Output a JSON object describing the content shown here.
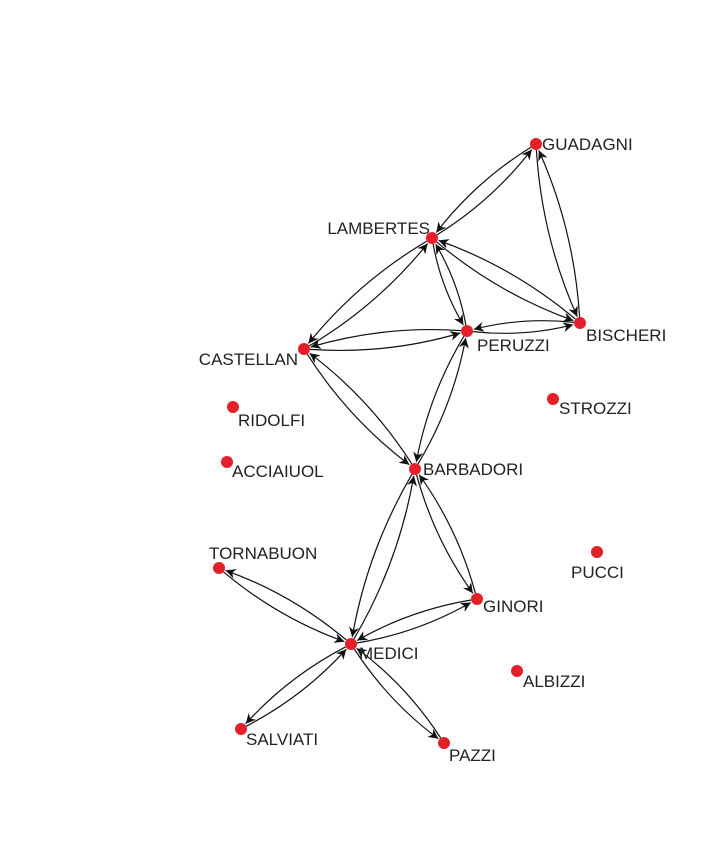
{
  "colors": {
    "node": "#e3202a",
    "edge": "#111111",
    "label": "#222222",
    "background": "#ffffff"
  },
  "nodes": [
    {
      "id": "GUADAGNI",
      "label": "GUADAGNI"
    },
    {
      "id": "LAMBERTES",
      "label": "LAMBERTES"
    },
    {
      "id": "PERUZZI",
      "label": "PERUZZI"
    },
    {
      "id": "BISCHERI",
      "label": "BISCHERI"
    },
    {
      "id": "CASTELLAN",
      "label": "CASTELLAN"
    },
    {
      "id": "STROZZI",
      "label": "STROZZI"
    },
    {
      "id": "RIDOLFI",
      "label": "RIDOLFI"
    },
    {
      "id": "ACCIAIUOL",
      "label": "ACCIAIUOL"
    },
    {
      "id": "BARBADORI",
      "label": "BARBADORI"
    },
    {
      "id": "TORNABUON",
      "label": "TORNABUON"
    },
    {
      "id": "PUCCI",
      "label": "PUCCI"
    },
    {
      "id": "GINORI",
      "label": "GINORI"
    },
    {
      "id": "MEDICI",
      "label": "MEDICI"
    },
    {
      "id": "ALBIZZI",
      "label": "ALBIZZI"
    },
    {
      "id": "SALVIATI",
      "label": "SALVIATI"
    },
    {
      "id": "PAZZI",
      "label": "PAZZI"
    }
  ],
  "edges": [
    [
      "GUADAGNI",
      "LAMBERTES"
    ],
    [
      "LAMBERTES",
      "GUADAGNI"
    ],
    [
      "GUADAGNI",
      "BISCHERI"
    ],
    [
      "BISCHERI",
      "GUADAGNI"
    ],
    [
      "LAMBERTES",
      "PERUZZI"
    ],
    [
      "PERUZZI",
      "LAMBERTES"
    ],
    [
      "LAMBERTES",
      "BISCHERI"
    ],
    [
      "BISCHERI",
      "LAMBERTES"
    ],
    [
      "LAMBERTES",
      "CASTELLAN"
    ],
    [
      "CASTELLAN",
      "LAMBERTES"
    ],
    [
      "PERUZZI",
      "BISCHERI"
    ],
    [
      "BISCHERI",
      "PERUZZI"
    ],
    [
      "PERUZZI",
      "CASTELLAN"
    ],
    [
      "CASTELLAN",
      "PERUZZI"
    ],
    [
      "PERUZZI",
      "BARBADORI"
    ],
    [
      "BARBADORI",
      "PERUZZI"
    ],
    [
      "CASTELLAN",
      "BARBADORI"
    ],
    [
      "BARBADORI",
      "CASTELLAN"
    ],
    [
      "BARBADORI",
      "MEDICI"
    ],
    [
      "MEDICI",
      "BARBADORI"
    ],
    [
      "BARBADORI",
      "GINORI"
    ],
    [
      "GINORI",
      "BARBADORI"
    ],
    [
      "MEDICI",
      "GINORI"
    ],
    [
      "GINORI",
      "MEDICI"
    ],
    [
      "MEDICI",
      "TORNABUON"
    ],
    [
      "TORNABUON",
      "MEDICI"
    ],
    [
      "MEDICI",
      "SALVIATI"
    ],
    [
      "SALVIATI",
      "MEDICI"
    ],
    [
      "MEDICI",
      "PAZZI"
    ],
    [
      "PAZZI",
      "MEDICI"
    ]
  ]
}
